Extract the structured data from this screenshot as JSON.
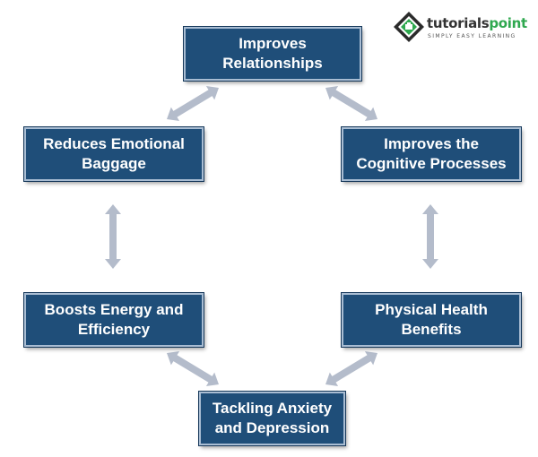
{
  "logo": {
    "name_part1": "tutorials",
    "name_part2": "point",
    "tagline": "SIMPLY EASY LEARNING"
  },
  "nodes": [
    {
      "id": "improves-relationships",
      "line1": "Improves",
      "line2": "Relationships"
    },
    {
      "id": "reduces-emotional-baggage",
      "line1": "Reduces Emotional",
      "line2": "Baggage"
    },
    {
      "id": "improves-cognitive-processes",
      "line1": "Improves the",
      "line2": "Cognitive Processes"
    },
    {
      "id": "boosts-energy-efficiency",
      "line1": "Boosts Energy and",
      "line2": "Efficiency"
    },
    {
      "id": "physical-health-benefits",
      "line1": "Physical Health",
      "line2": "Benefits"
    },
    {
      "id": "tackling-anxiety-depression",
      "line1": "Tackling Anxiety",
      "line2": "and Depression"
    }
  ],
  "edges": [
    {
      "from": "improves-relationships",
      "to": "reduces-emotional-baggage",
      "direction": "both"
    },
    {
      "from": "improves-relationships",
      "to": "improves-cognitive-processes",
      "direction": "both"
    },
    {
      "from": "reduces-emotional-baggage",
      "to": "boosts-energy-efficiency",
      "direction": "both"
    },
    {
      "from": "improves-cognitive-processes",
      "to": "physical-health-benefits",
      "direction": "both"
    },
    {
      "from": "boosts-energy-efficiency",
      "to": "tackling-anxiety-depression",
      "direction": "both"
    },
    {
      "from": "physical-health-benefits",
      "to": "tackling-anxiety-depression",
      "direction": "both"
    }
  ],
  "colors": {
    "box_fill": "#1f4e79",
    "box_border": "#a9bdd3",
    "arrow": "#b4bccb",
    "logo_accent": "#2fa84f"
  }
}
